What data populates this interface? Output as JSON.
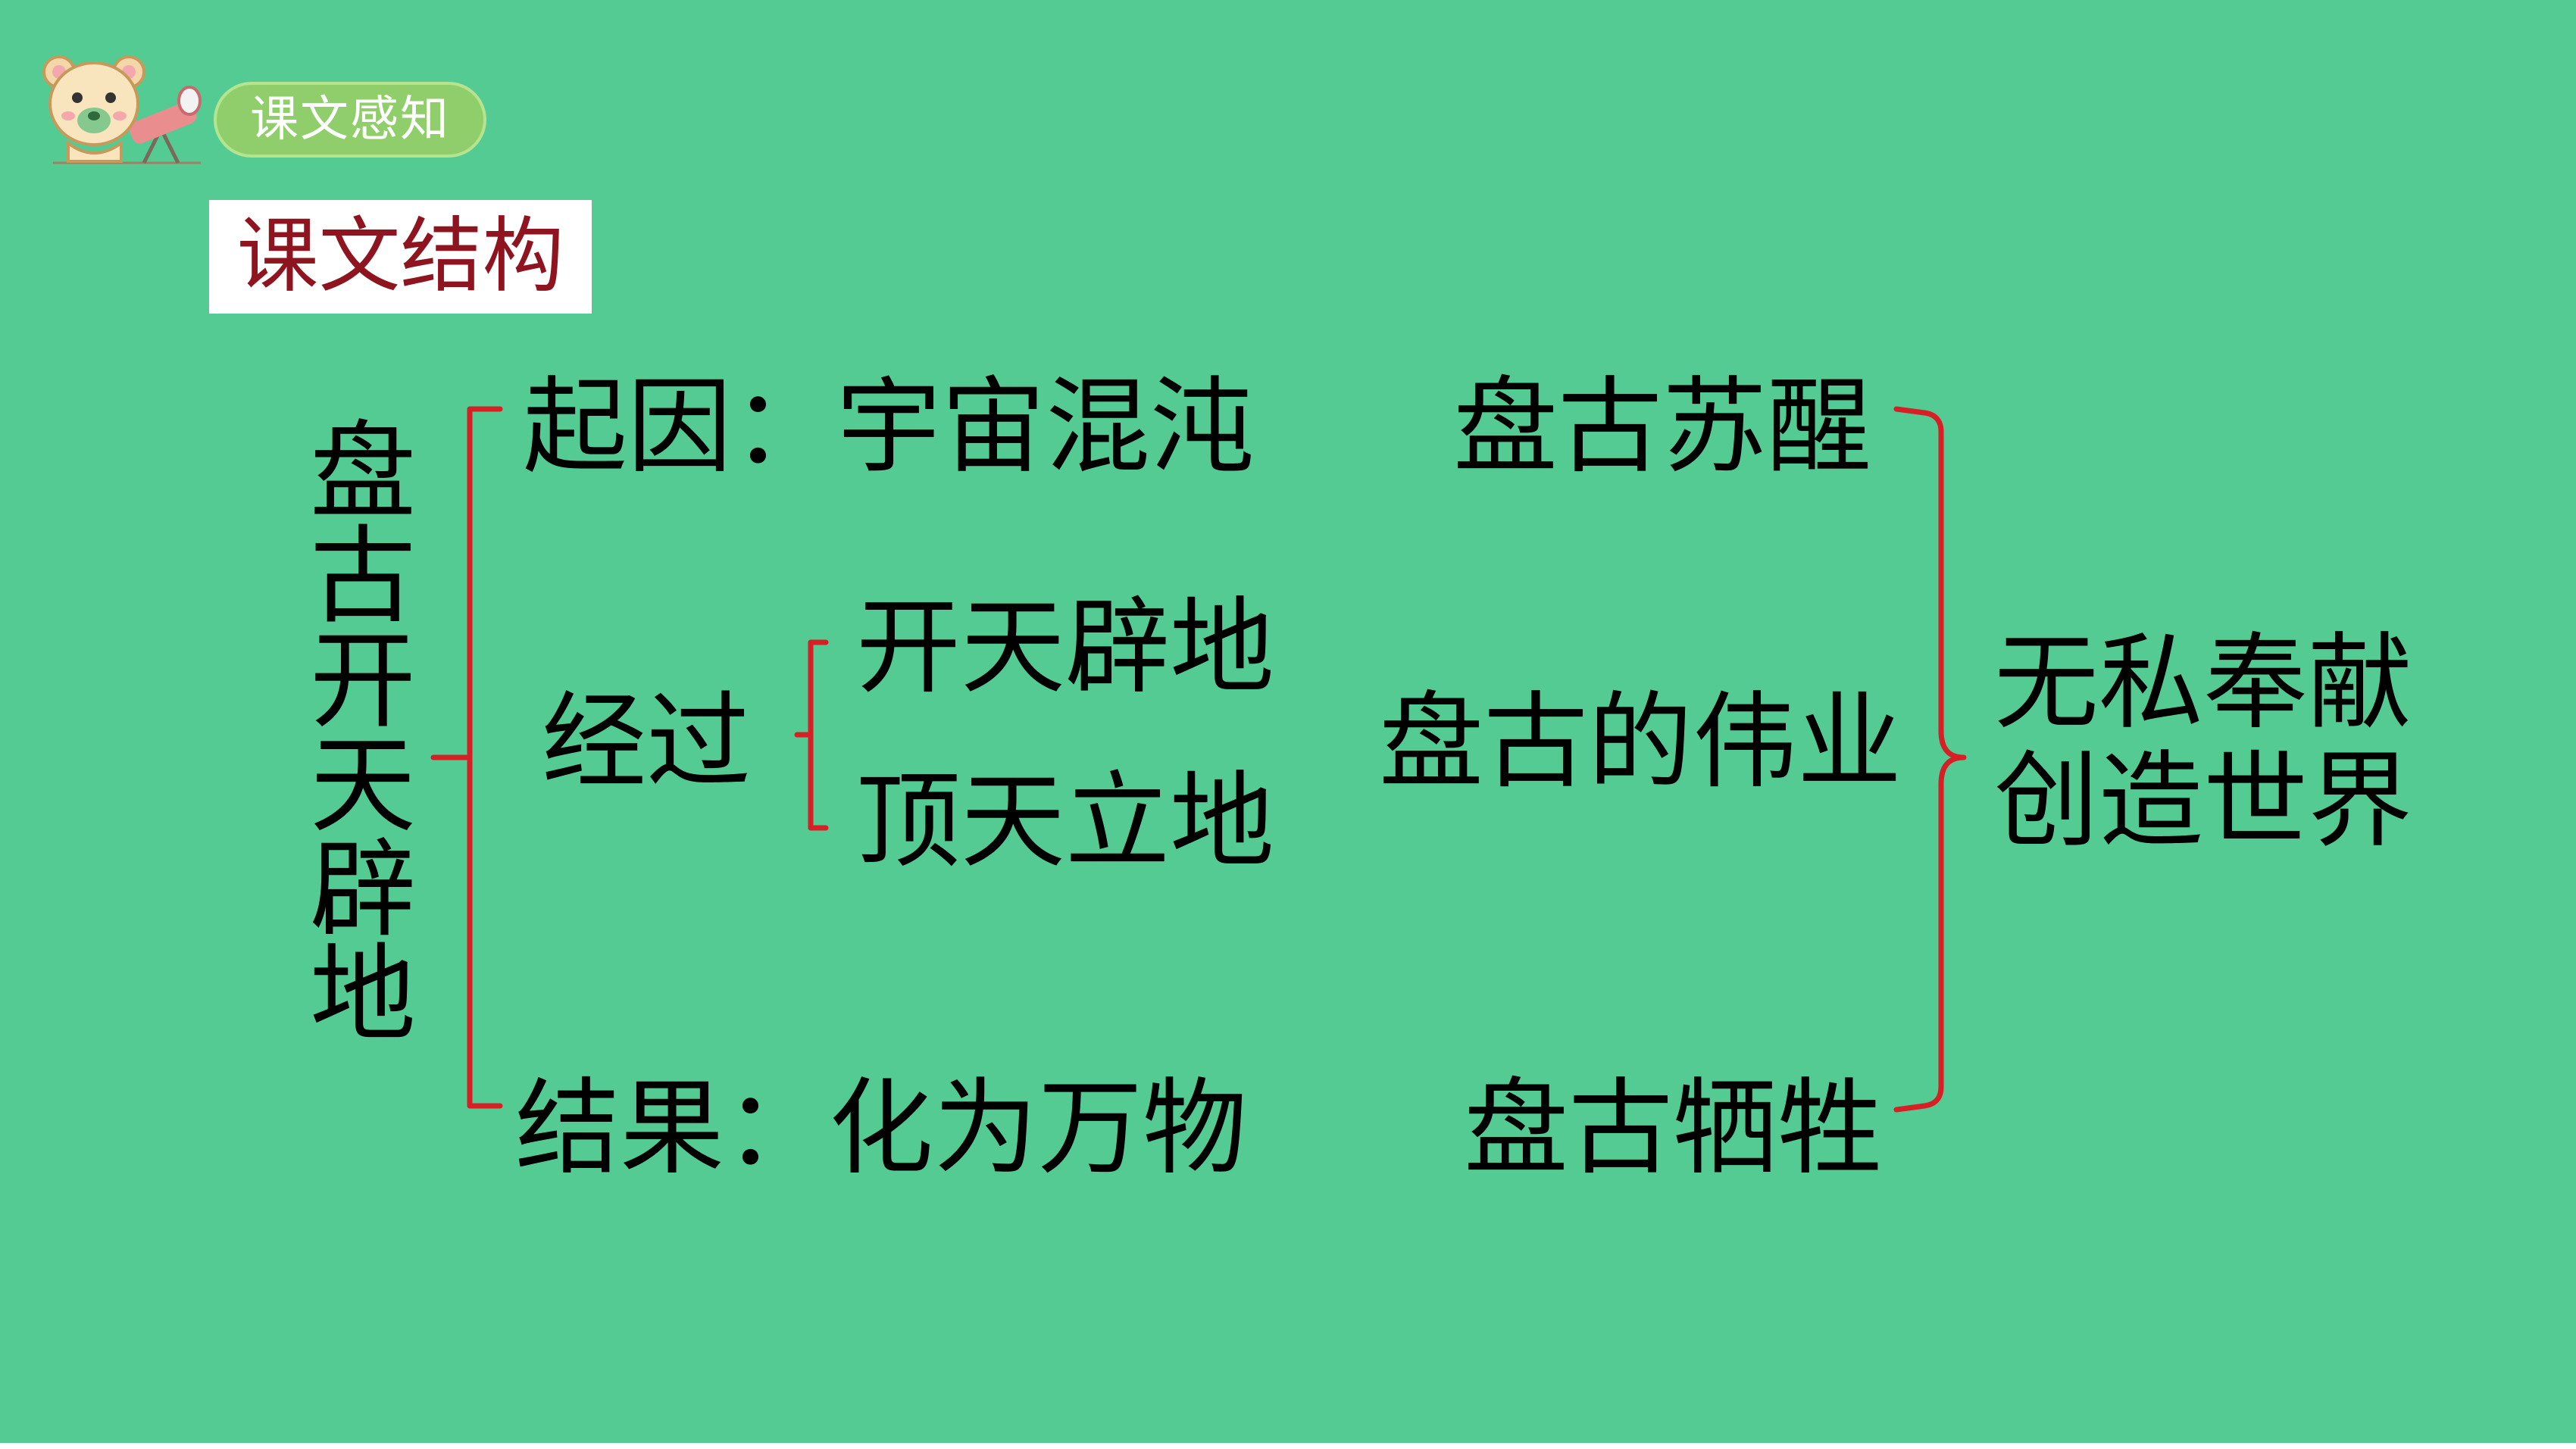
{
  "header": {
    "section_badge": "课文感知",
    "title": "课文结构"
  },
  "diagram": {
    "root": "盘古开天辟地",
    "cause": "起因：宇宙混沌",
    "process": "经过",
    "process_items": [
      "开天辟地",
      "顶天立地"
    ],
    "result": "结果：化为万物",
    "middle": [
      "盘古苏醒",
      "盘古的伟业",
      "盘古牺牲"
    ],
    "conclusion": [
      "无私奉献",
      "创造世界"
    ]
  },
  "colors": {
    "background": "#55cb94",
    "bracket": "#d71f26",
    "title_text": "#8e1420",
    "badge": "#8fce6a"
  }
}
